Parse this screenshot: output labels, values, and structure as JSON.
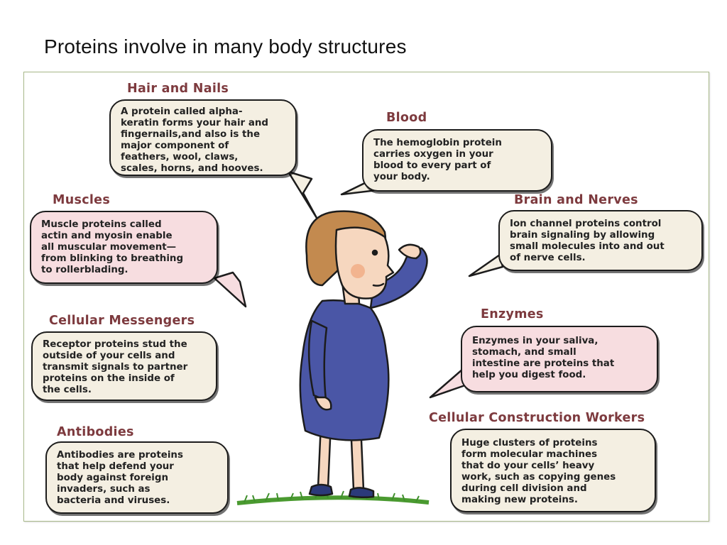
{
  "title": "Proteins  involve in many body structures",
  "sections": {
    "hair": {
      "heading": "Hair and Nails",
      "lines": [
        "A protein called alpha-",
        "keratin forms your hair and",
        "fingernails,and also is the",
        "major component of",
        "feathers, wool, claws,",
        "scales, horns, and hooves."
      ]
    },
    "blood": {
      "heading": "Blood",
      "lines": [
        "The hemoglobin protein",
        "carries oxygen in your",
        "blood to every part of",
        "your body."
      ]
    },
    "muscles": {
      "heading": "Muscles",
      "lines": [
        "Muscle proteins called",
        "actin and myosin enable",
        "all muscular movement—",
        "from blinking to breathing",
        "to rollerblading."
      ]
    },
    "brain": {
      "heading": "Brain and Nerves",
      "lines": [
        "Ion channel proteins control",
        "brain signaling by allowing",
        "small molecules into and out",
        "of nerve cells."
      ]
    },
    "messengers": {
      "heading": "Cellular Messengers",
      "lines": [
        "Receptor proteins stud the",
        "outside of your cells and",
        "transmit signals to partner",
        "proteins on the inside of",
        "the cells."
      ]
    },
    "enzymes": {
      "heading": "Enzymes",
      "lines": [
        "Enzymes in your saliva,",
        "stomach, and small",
        "intestine are proteins that",
        "help you  digest food."
      ]
    },
    "antibodies": {
      "heading": "Antibodies",
      "lines": [
        "Antibodies are proteins",
        "that help defend your",
        "body against foreign",
        "invaders, such as",
        "bacteria and viruses."
      ]
    },
    "construction": {
      "heading": "Cellular Construction Workers",
      "lines": [
        "Huge clusters of proteins",
        "form molecular machines",
        "that do your cells’ heavy",
        "work, such as copying genes",
        "during cell division and",
        "making new proteins."
      ]
    }
  },
  "colors": {
    "heading": "#7d3a3e",
    "bubble_cream": "#f4efe2",
    "bubble_pink": "#f7dde0",
    "dress": "#4a56a6",
    "hair": "#c38a4f",
    "skin": "#f6d7bf",
    "grass": "#3f8f2c"
  }
}
